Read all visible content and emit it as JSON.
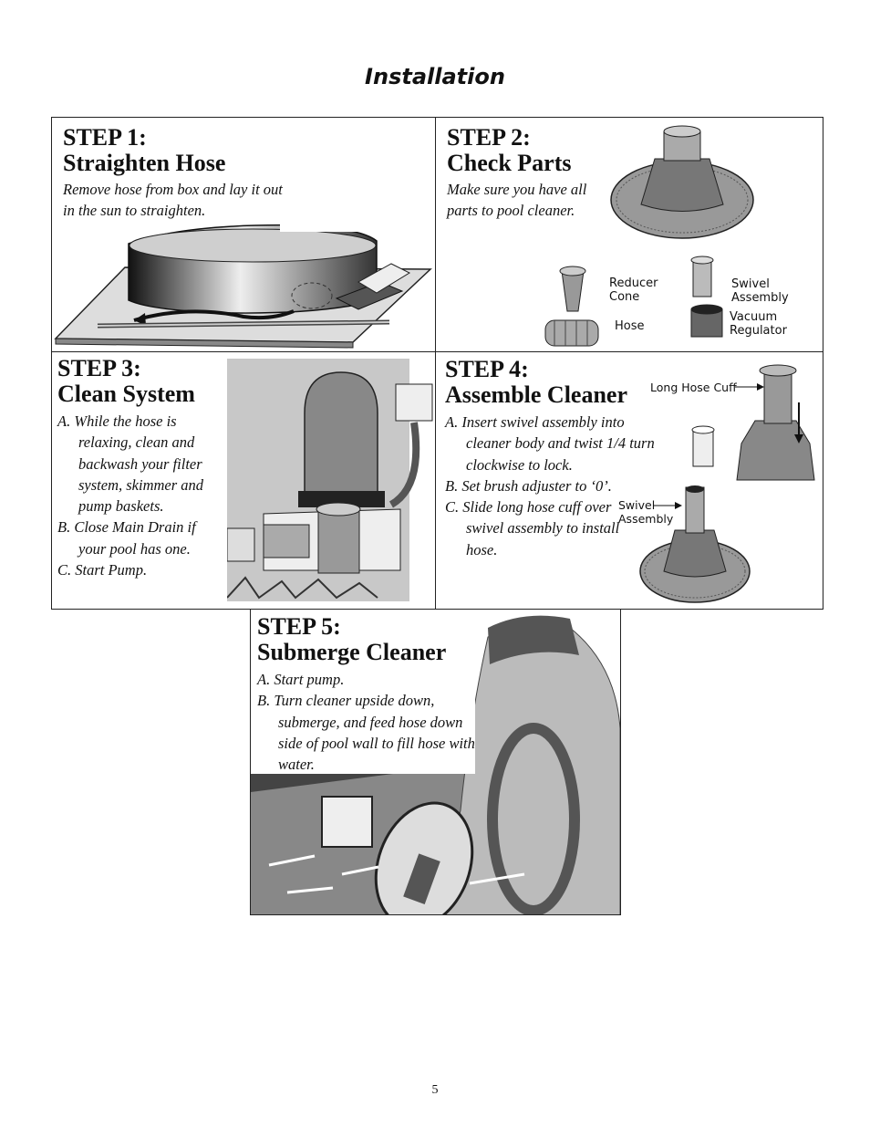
{
  "page_title": "Installation",
  "page_number": "5",
  "step1": {
    "heading_line1": "STEP 1:",
    "heading_line2": "Straighten Hose",
    "description": "Remove hose from box and lay it out in the sun to straighten."
  },
  "step2": {
    "heading_line1": "STEP 2:",
    "heading_line2": "Check Parts",
    "description": "Make sure you have all parts to pool cleaner.",
    "parts": {
      "reducer_cone": "Reducer Cone",
      "hose": "Hose",
      "swivel_assembly": "Swivel Assembly",
      "vacuum_regulator": "Vacuum Regulator"
    }
  },
  "step3": {
    "heading_line1": "STEP 3:",
    "heading_line2": "Clean System",
    "items": [
      "A. While the hose is relaxing, clean and backwash your filter system, skimmer and pump baskets.",
      "B. Close Main Drain if your pool has one.",
      "C. Start Pump."
    ]
  },
  "step4": {
    "heading_line1": "STEP 4:",
    "heading_line2": "Assemble Cleaner",
    "items": [
      "A. Insert swivel assembly into cleaner body and twist 1/4 turn clockwise to lock.",
      "B. Set brush adjuster to ‘0’.",
      "C. Slide long hose cuff over swivel assembly to install hose."
    ],
    "labels": {
      "long_hose_cuff": "Long Hose Cuff",
      "swivel_assembly": "Swivel Assembly"
    }
  },
  "step5": {
    "heading_line1": "STEP 5:",
    "heading_line2": "Submerge Cleaner",
    "items": [
      "A. Start pump.",
      "B. Turn cleaner upside down, submerge, and feed hose down side of pool wall to fill hose with water."
    ]
  }
}
